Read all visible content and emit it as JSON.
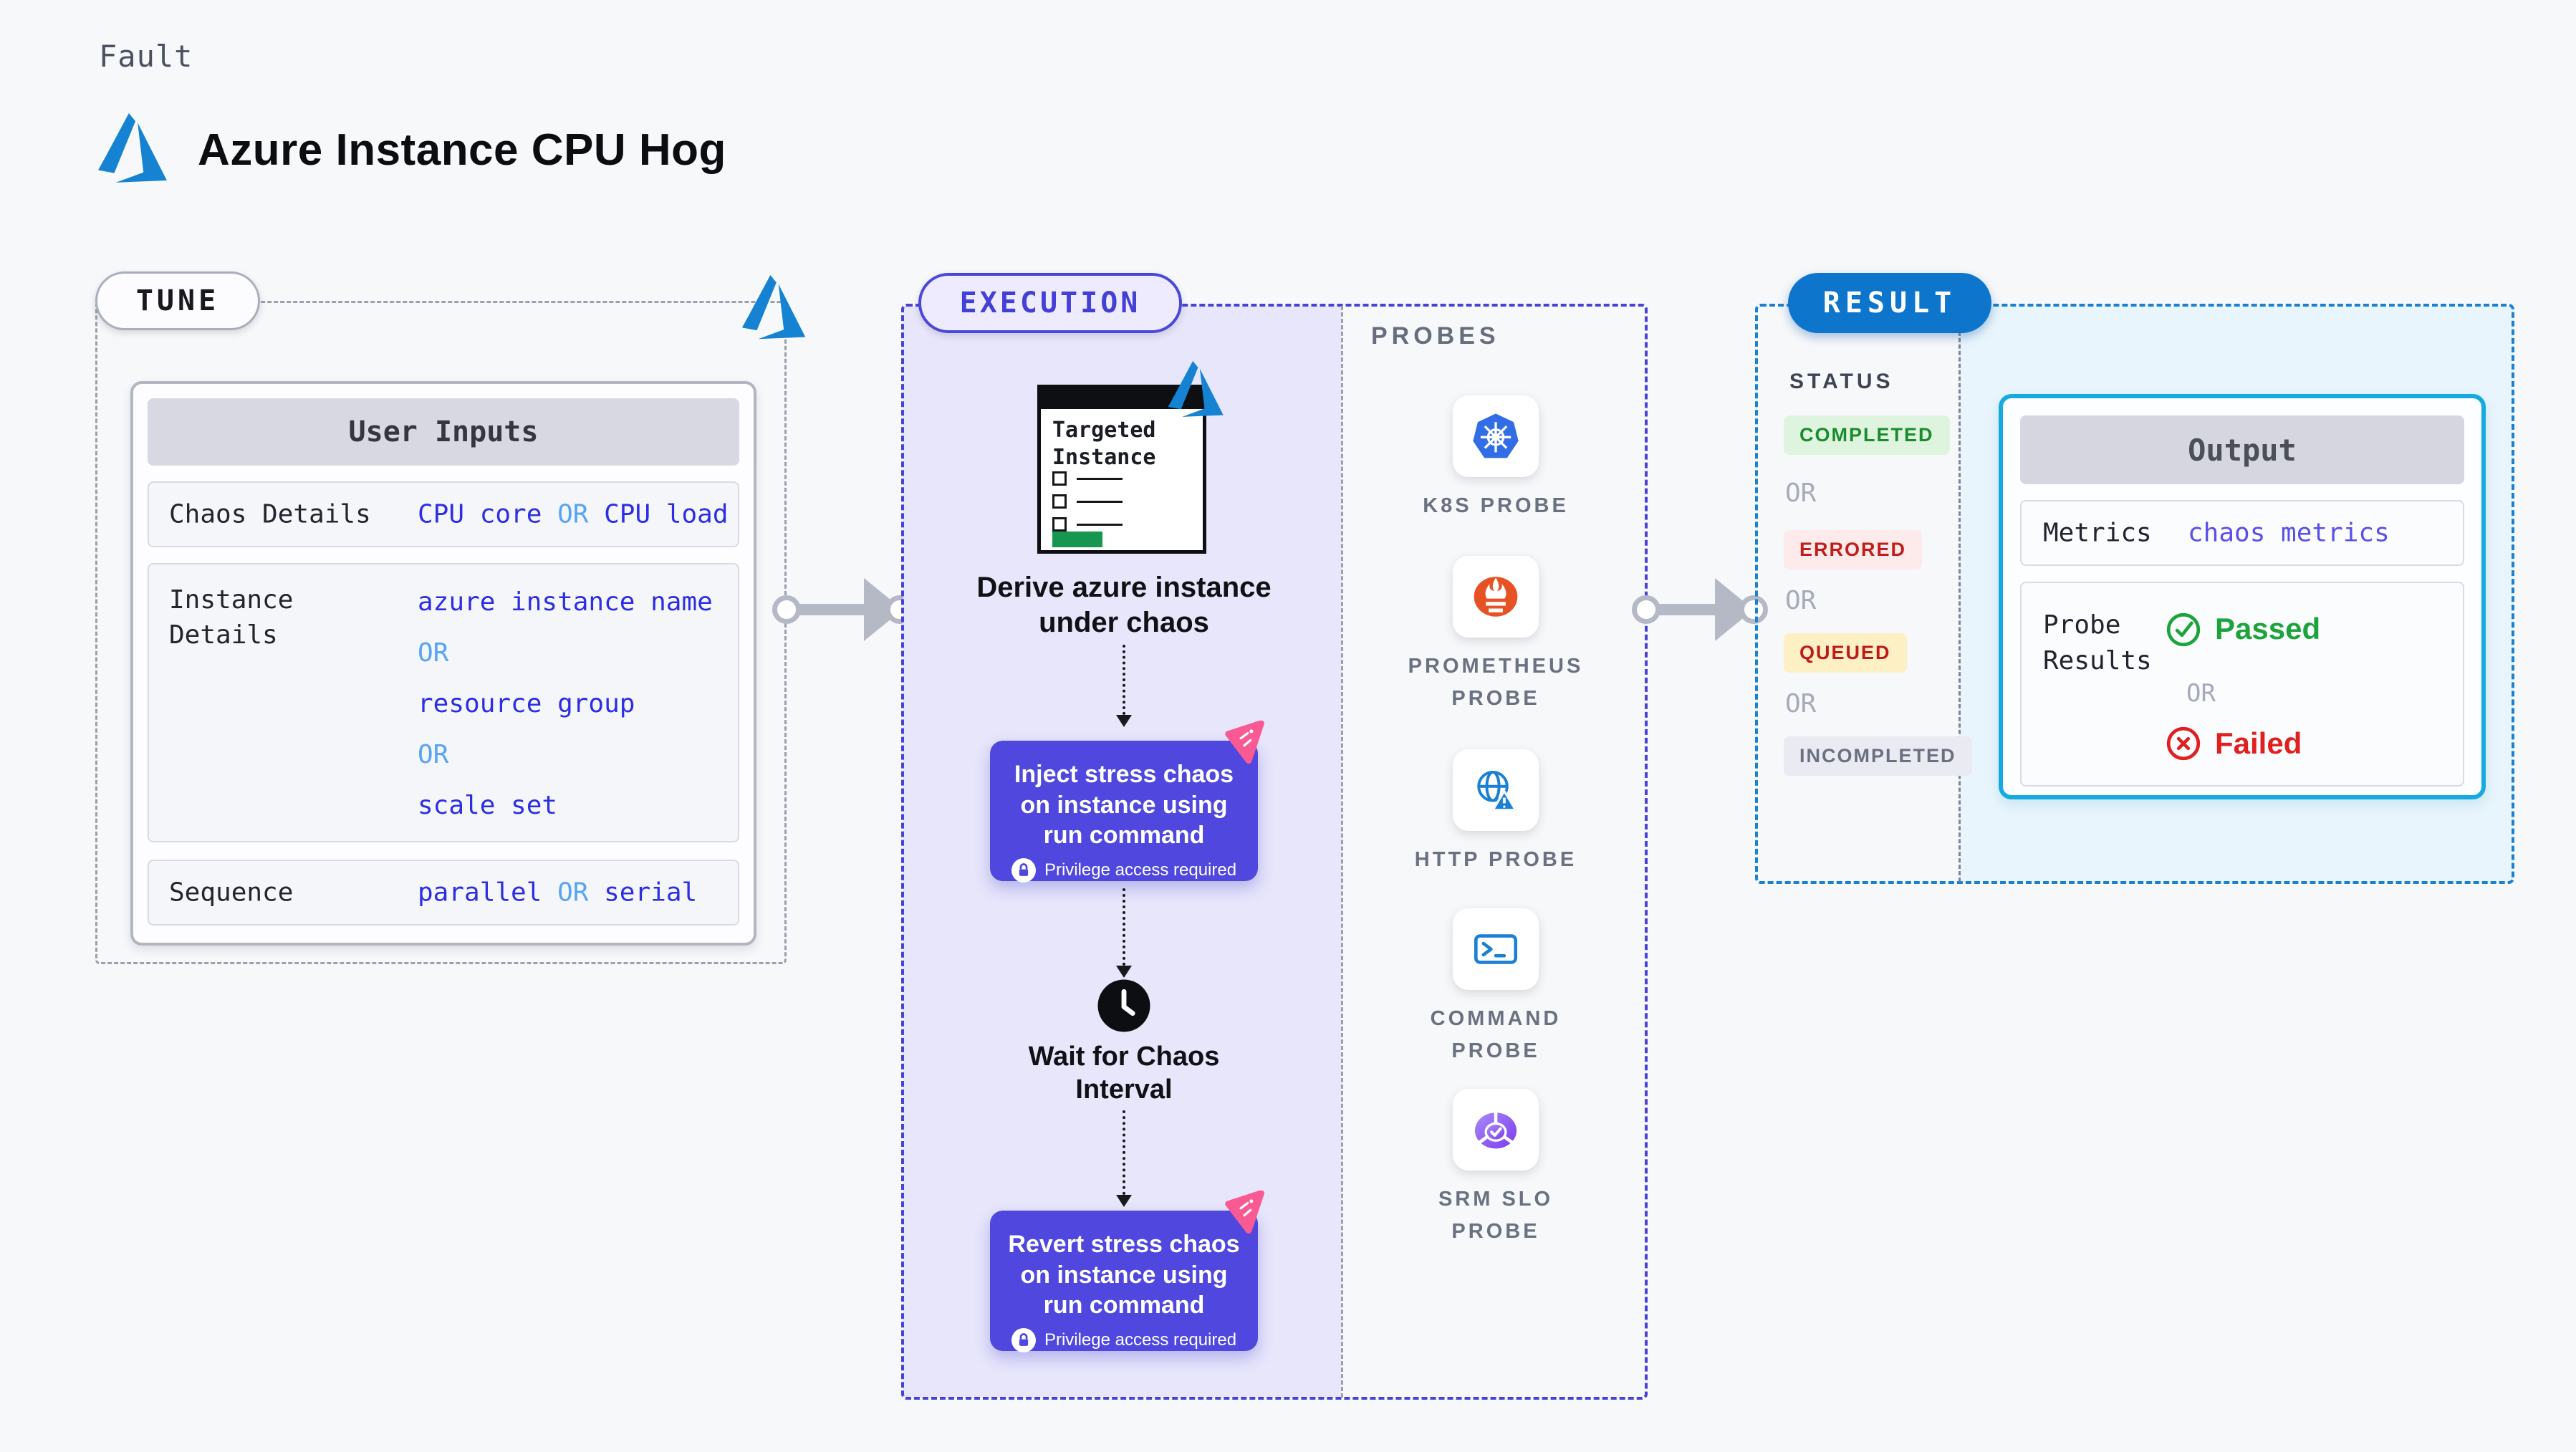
{
  "page": {
    "fault_label": "Fault",
    "title": "Azure Instance CPU Hog"
  },
  "tune": {
    "pill": "TUNE",
    "user_inputs": {
      "header": "User Inputs",
      "chaos": {
        "label": "Chaos Details",
        "value_1": "CPU core",
        "or": "OR",
        "value_2": "CPU load"
      },
      "instance": {
        "label": "Instance Details",
        "value_1": "azure instance name",
        "or_1": "OR",
        "value_2": "resource group",
        "or_2": "OR",
        "value_3": "scale set"
      },
      "sequence": {
        "label": "Sequence",
        "value_1": "parallel",
        "or": "OR",
        "value_2": "serial"
      }
    }
  },
  "execution": {
    "pill": "EXECUTION",
    "targeted_instance_title": "Targeted Instance",
    "derive_step": "Derive azure instance under chaos",
    "inject_step": "Inject stress chaos on instance using run command",
    "wait_step": "Wait for Chaos Interval",
    "revert_step": "Revert stress chaos on instance using run command",
    "privilege_note": "Privilege access required"
  },
  "probes": {
    "label": "PROBES",
    "items": [
      {
        "icon": "kubernetes-icon",
        "label": "K8S PROBE"
      },
      {
        "icon": "prometheus-icon",
        "label": "PROMETHEUS PROBE"
      },
      {
        "icon": "http-globe-icon",
        "label": "HTTP PROBE"
      },
      {
        "icon": "terminal-icon",
        "label": "COMMAND PROBE"
      },
      {
        "icon": "slo-donut-icon",
        "label": "SRM SLO PROBE"
      }
    ]
  },
  "result": {
    "pill": "RESULT",
    "status_label": "STATUS",
    "or_label": "OR",
    "statuses": [
      {
        "label": "COMPLETED",
        "color": "#1a8c2e",
        "bg": "#dff4df"
      },
      {
        "label": "ERRORED",
        "color": "#c01d1d",
        "bg": "#fdeaea"
      },
      {
        "label": "QUEUED",
        "color": "#bf1a1a",
        "bg": "#fdf0c5"
      },
      {
        "label": "INCOMPLETED",
        "color": "#6a7080",
        "bg": "#eaeaf2"
      }
    ],
    "output": {
      "header": "Output",
      "metrics_label": "Metrics",
      "metrics_value": "chaos metrics",
      "probe_results_label": "Probe Results",
      "passed_label": "Passed",
      "or_label": "OR",
      "failed_label": "Failed"
    }
  },
  "colors": {
    "page_bg": "#f7f8fa",
    "azure_blue": "#1583d2",
    "execution_indigo": "#4a42d7",
    "execution_fill": "#e7e6fb",
    "step_card_indigo": "#4f47de",
    "result_blue": "#0d76cc",
    "result_dash_blue": "#1a80d2",
    "result_fill": "#e9f5fc",
    "output_border_cyan": "#15abe1",
    "value_blue": "#2d2de4",
    "or_light_blue": "#58a4f4",
    "metrics_purple": "#5a4fe8",
    "passed_green": "#1da33c",
    "failed_red": "#e02020",
    "chaos_pink": "#fa5a93",
    "kubernetes_blue": "#326de6",
    "prometheus_orange": "#e75225",
    "srm_purple": "#7c3aed",
    "progress_green": "#179650"
  }
}
